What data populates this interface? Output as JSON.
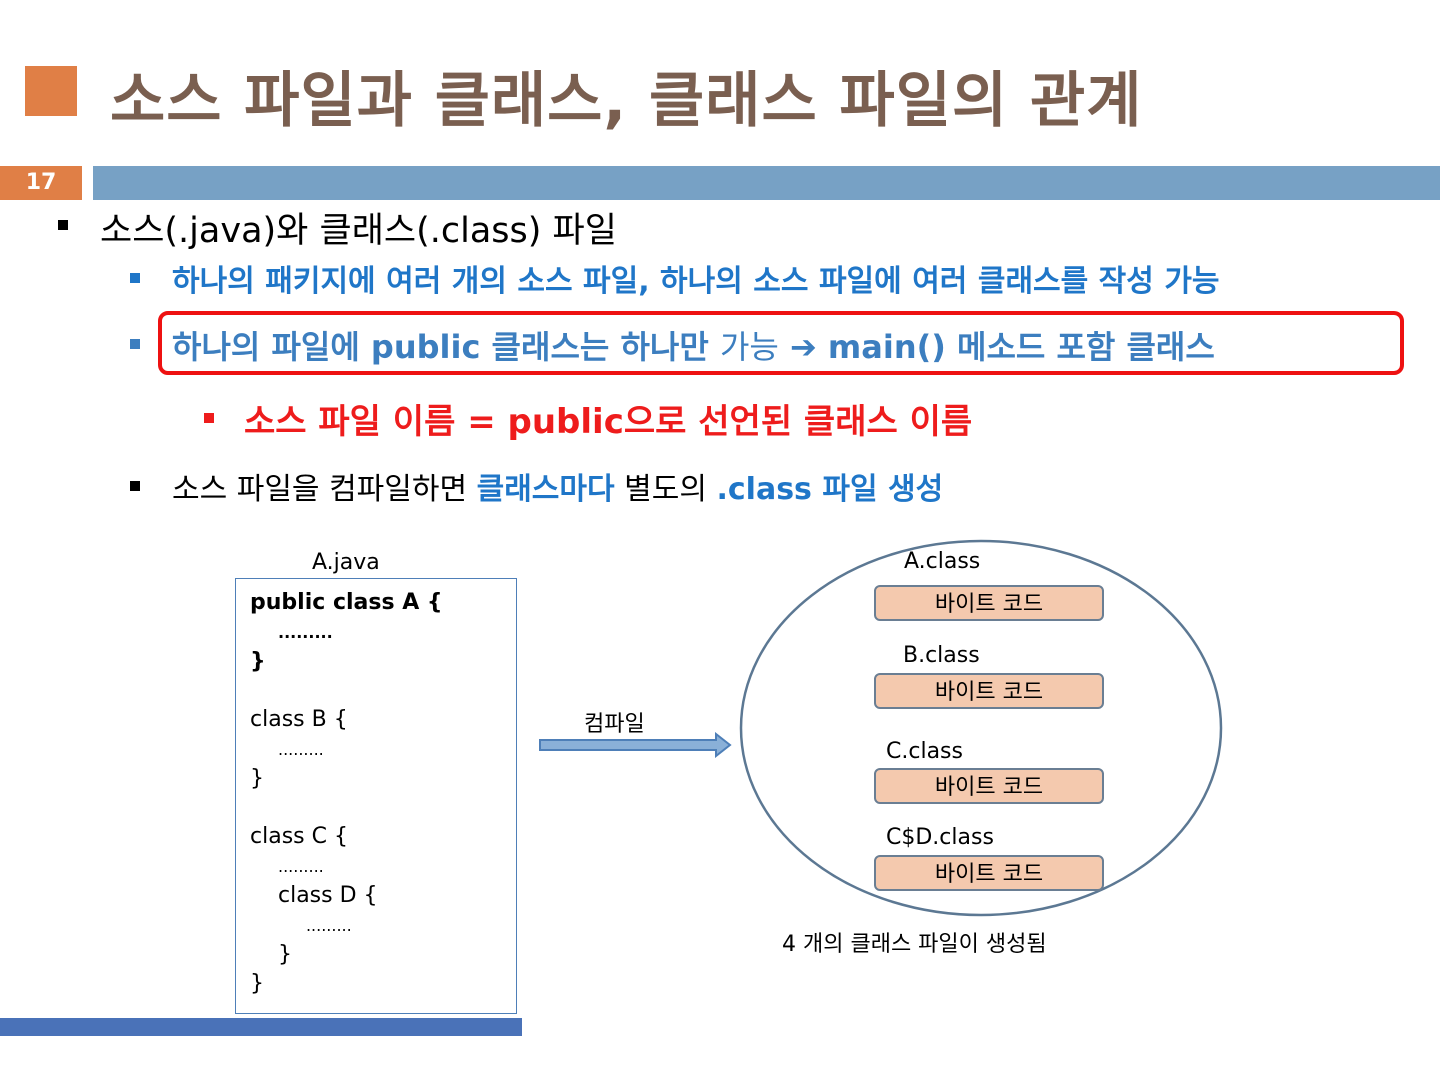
{
  "title": "소스 파일과 클래스, 클래스 파일의 관계",
  "slide_number": "17",
  "bullets": {
    "l1": "소스(.java)와 클래스(.class) 파일",
    "l2": "하나의 패키지에 여러 개의 소스 파일, 하나의 소스 파일에 여러 클래스를 작성 가능",
    "l3_a": "하나의 파일에 public 클래스는 하나만 ",
    "l3_b": "가능",
    "l3_c": " ➔ main() 메소드 포함 클래스",
    "l4": "소스 파일 이름 = public으로 선언된 클래스 이름",
    "l5_a": "소스 파일을 컴파일하면 ",
    "l5_b": "클래스마다",
    "l5_c": " 별도의 ",
    "l5_d": ".class 파일 생성"
  },
  "diagram": {
    "source_file": "A.java",
    "code": {
      "c1": "public class A {",
      "dots": ".........",
      "close": "}",
      "c4": "class B {",
      "c7": "class C {",
      "c9": "class D {"
    },
    "compile_label": "컴파일",
    "class_files": [
      "A.class",
      "B.class",
      "C.class",
      "C$D.class"
    ],
    "byte_code_label": "바이트 코드",
    "caption": "4 개의 클래스 파일이 생성됨"
  },
  "colors": {
    "accent_orange": "#e07f46",
    "title_brown": "#7a5f50",
    "blue_bar": "#77a1c5",
    "blue_text": "#1f76c8",
    "red": "#ee1c1c",
    "byte_fill": "#f4c9ae"
  }
}
